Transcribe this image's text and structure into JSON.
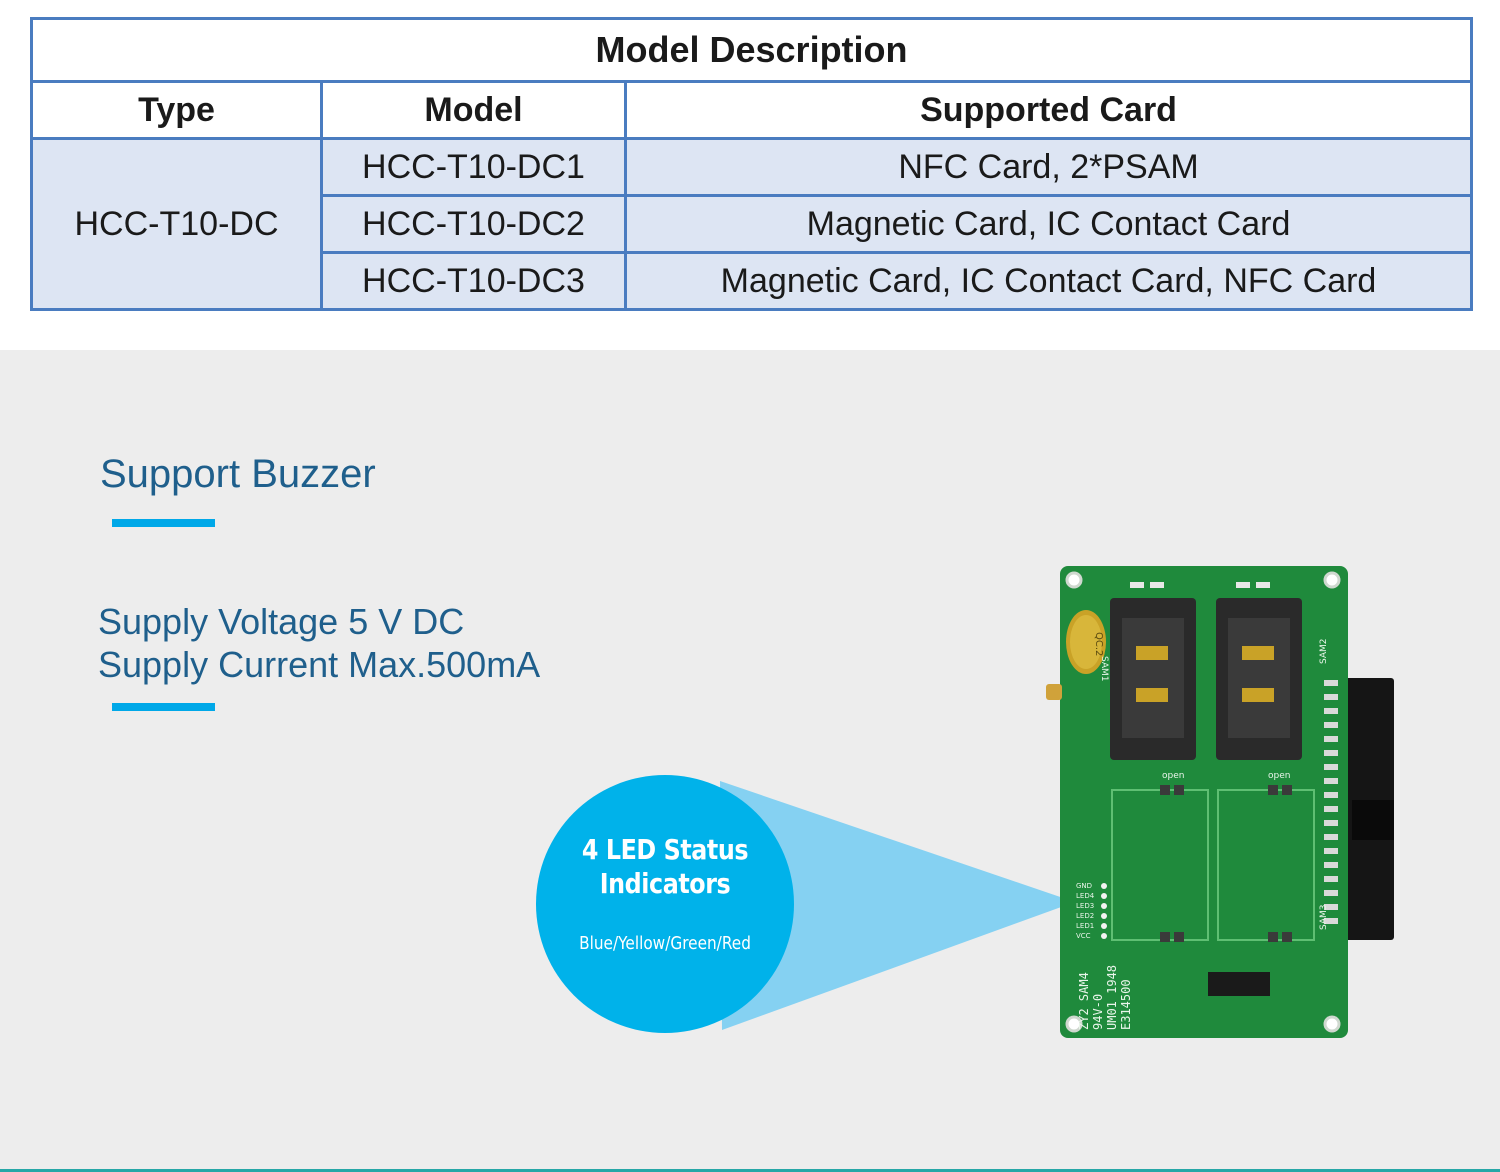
{
  "table": {
    "title": "Model Description",
    "headers": [
      "Type",
      "Model",
      "Supported Card"
    ],
    "type_value": "HCC-T10-DC",
    "rows": [
      {
        "model": "HCC-T10-DC1",
        "card": "NFC Card, 2*PSAM"
      },
      {
        "model": "HCC-T10-DC2",
        "card": "Magnetic Card, IC Contact Card"
      },
      {
        "model": "HCC-T10-DC3",
        "card": "Magnetic Card, IC Contact Card, NFC Card"
      }
    ]
  },
  "features": {
    "buzzer": "Support Buzzer",
    "voltage": "Supply Voltage 5 V DC",
    "current": "Supply Current Max.500mA"
  },
  "callout": {
    "title_line1": "4 LED Status",
    "title_line2": "Indicators",
    "subtitle": "Blue/Yellow/Green/Red"
  },
  "pcb": {
    "buzzer_mark": "QC.2",
    "sam_labels": [
      "SAM1",
      "SAM2",
      "SAM3",
      "SAM4"
    ],
    "pin_labels": [
      "GND",
      "LED4",
      "LED3",
      "LED2",
      "LED1",
      "VCC"
    ],
    "open_label": "open",
    "cert_lines": [
      "ZY2 SAM4",
      "94V-0",
      "UM01 1948",
      "E314500"
    ]
  },
  "colors": {
    "table_border": "#4a7cc0",
    "table_fill": "#dde5f3",
    "accent": "#00a8e8",
    "text_blue": "#1f5f8c",
    "callout": "#00b2ea",
    "pcb_green": "#1f8a3c"
  }
}
